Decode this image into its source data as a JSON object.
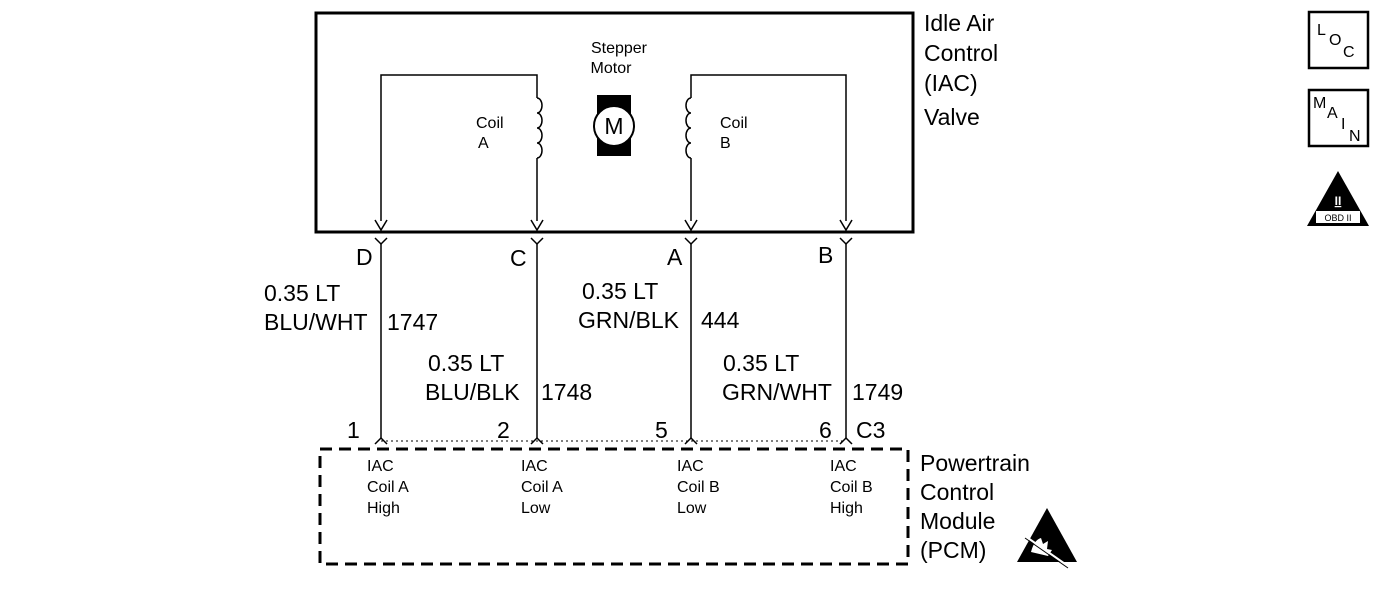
{
  "iac_title": [
    "Idle Air",
    "Control",
    "(IAC)",
    "Valve"
  ],
  "motor": {
    "label_line1": "Stepper",
    "label_line2": "Motor",
    "symbol": "M"
  },
  "coils": [
    {
      "line1": "Coil",
      "line2": "A"
    },
    {
      "line1": "Coil",
      "line2": "B"
    }
  ],
  "iac_pins": [
    "D",
    "C",
    "A",
    "B"
  ],
  "wires": [
    {
      "gauge": "0.35 LT",
      "color": "BLU/WHT",
      "circuit": "1747"
    },
    {
      "gauge": "0.35 LT",
      "color": "BLU/BLK",
      "circuit": "1748"
    },
    {
      "gauge": "0.35 LT",
      "color": "GRN/BLK",
      "circuit": "444"
    },
    {
      "gauge": "0.35 LT",
      "color": "GRN/WHT",
      "circuit": "1749"
    }
  ],
  "pcm_pins": [
    "1",
    "2",
    "5",
    "6"
  ],
  "pcm_connector": "C3",
  "pcm_terminals": [
    [
      "IAC",
      "Coil A",
      "High"
    ],
    [
      "IAC",
      "Coil A",
      "Low"
    ],
    [
      "IAC",
      "Coil B",
      "Low"
    ],
    [
      "IAC",
      "Coil B",
      "High"
    ]
  ],
  "pcm_title": [
    "Powertrain",
    "Control",
    "Module",
    "(PCM)"
  ],
  "side_icons": {
    "loc": [
      "L",
      "O",
      "C"
    ],
    "main": [
      "M",
      "A",
      "I",
      "N"
    ],
    "obd": {
      "numeral": "II",
      "label": "OBD II"
    }
  }
}
